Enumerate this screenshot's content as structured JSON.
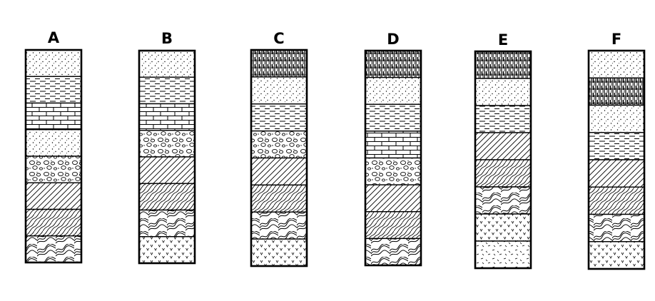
{
  "columns": [
    {
      "label": "A",
      "layers": [
        "sandstone",
        "shale",
        "limestone",
        "sandstone",
        "conglomerate",
        "schist",
        "gneiss",
        "migmatite"
      ]
    },
    {
      "label": "B",
      "layers": [
        "sandstone",
        "shale",
        "limestone",
        "conglomerate",
        "schist",
        "gneiss",
        "migmatite",
        "igneous"
      ]
    },
    {
      "label": "C",
      "layers": [
        "coal",
        "sandstone",
        "shale",
        "conglomerate",
        "schist",
        "gneiss",
        "migmatite",
        "igneous"
      ]
    },
    {
      "label": "D",
      "layers": [
        "coal",
        "sandstone",
        "shale",
        "limestone",
        "conglomerate",
        "schist",
        "gneiss",
        "migmatite"
      ]
    },
    {
      "label": "E",
      "layers": [
        "coal",
        "sandstone",
        "shale",
        "schist",
        "gneiss",
        "migmatite",
        "igneous",
        "basalt"
      ]
    },
    {
      "label": "F",
      "layers": [
        "sandstone",
        "coal",
        "sandstone",
        "shale",
        "schist",
        "gneiss",
        "migmatite",
        "igneous"
      ]
    }
  ]
}
